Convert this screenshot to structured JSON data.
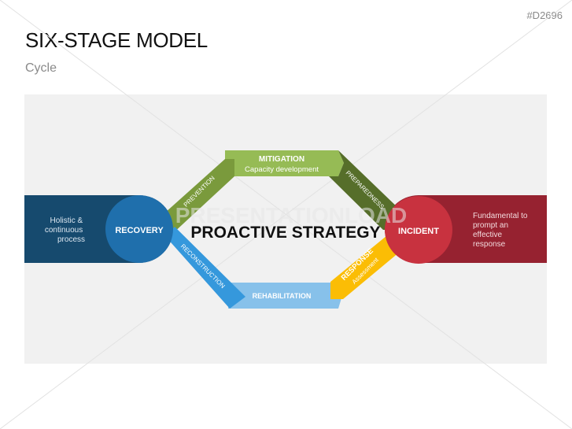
{
  "header": {
    "code": "#D2696",
    "title": "SIX-STAGE MODEL",
    "subtitle": "Cycle"
  },
  "diagram": {
    "center_label": "PROACTIVE STRATEGY",
    "watermark": "PRESENTATIONLOAD",
    "left_node": {
      "label": "RECOVERY",
      "description": [
        "Holistic &",
        "continuous",
        "process"
      ],
      "color": "#1f6fac",
      "bar_color": "#164a6e"
    },
    "right_node": {
      "label": "INCIDENT",
      "description": [
        "Fundamental to",
        "prompt an",
        "effective",
        "response"
      ],
      "color": "#c8323f",
      "bar_color": "#962230"
    },
    "stages": [
      {
        "label": "PREVENTION",
        "sublabel": "",
        "color": "#7a9a3c"
      },
      {
        "label": "MITIGATION",
        "sublabel": "Capacity development",
        "color": "#96bb55"
      },
      {
        "label": "PREPAREDNESS",
        "sublabel": "",
        "color": "#566e2a"
      },
      {
        "label": "RESPONSE",
        "sublabel": "Assessment",
        "color": "#fbbd05"
      },
      {
        "label": "REHABILITATION",
        "sublabel": "",
        "color": "#87c1ea"
      },
      {
        "label": "RECONSTRUCTION",
        "sublabel": "",
        "color": "#3598dc"
      }
    ]
  }
}
